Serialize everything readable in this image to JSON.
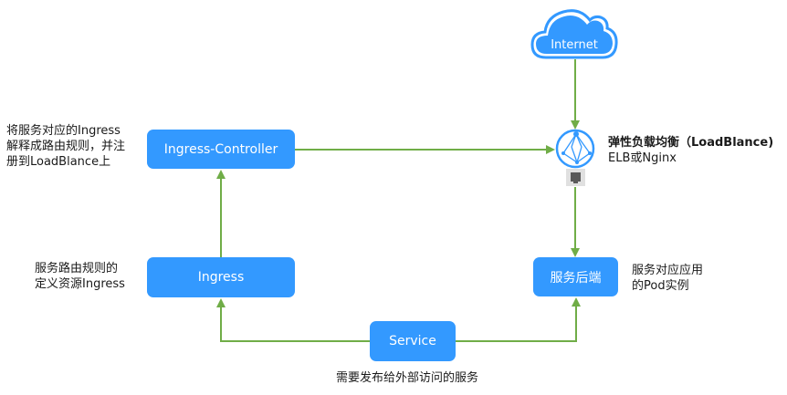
{
  "diagram": {
    "nodes": {
      "internet": {
        "label": "Internet",
        "icon": "cloud-icon"
      },
      "load_balancer": {
        "icon": "load-balancer-icon",
        "port_icon": "ethernet-port-icon",
        "title": "弹性负载均衡（LoadBlance)",
        "subtitle": "ELB或Nginx"
      },
      "ingress_controller": {
        "label": "Ingress-Controller"
      },
      "ingress": {
        "label": "Ingress"
      },
      "backend": {
        "label": "服务后端"
      },
      "service": {
        "label": "Service"
      }
    },
    "annotations": {
      "ingress_controller": [
        "将服务对应的Ingress",
        "解释成路由规则，并注",
        "册到LoadBlance上"
      ],
      "ingress": [
        "服务路由规则的",
        "定义资源Ingress"
      ],
      "backend": [
        "服务对应应用",
        "的Pod实例"
      ],
      "service": "需要发布给外部访问的服务"
    },
    "edges": [
      {
        "from": "internet",
        "to": "load_balancer"
      },
      {
        "from": "ingress_controller",
        "to": "load_balancer"
      },
      {
        "from": "load_balancer",
        "to": "backend"
      },
      {
        "from": "ingress",
        "to": "ingress_controller"
      },
      {
        "from": "service",
        "to": "ingress"
      },
      {
        "from": "service",
        "to": "backend"
      }
    ],
    "colors": {
      "node_fill": "#3399ff",
      "edge": "#70ad47",
      "text": "#1a1a1a",
      "port_fill": "#e0e0e0",
      "port_dark": "#5a5a5a"
    }
  }
}
